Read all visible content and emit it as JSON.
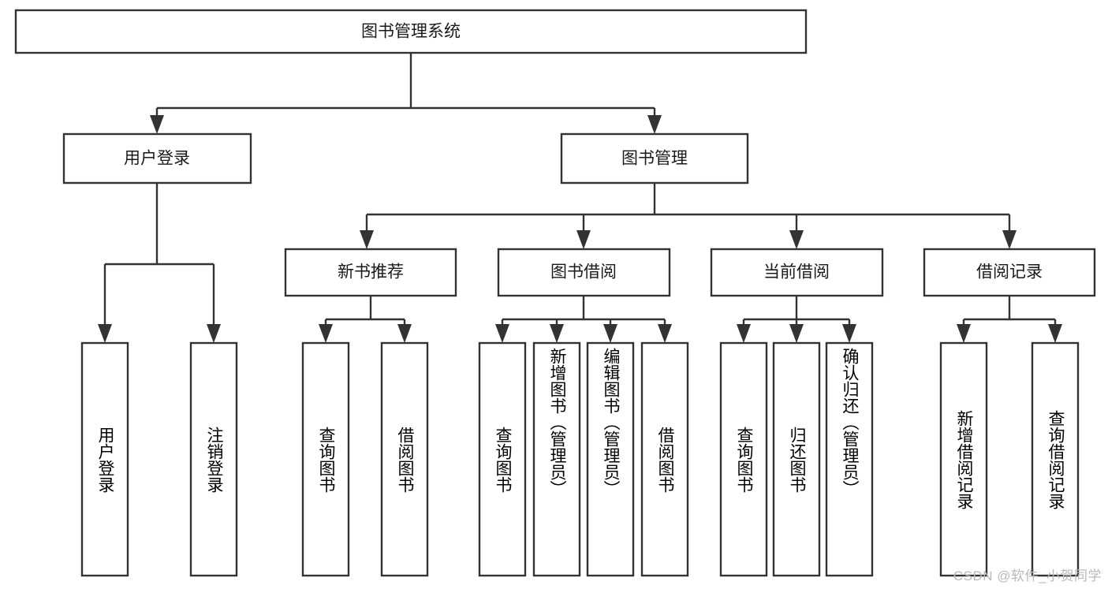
{
  "diagram": {
    "type": "hierarchy-tree",
    "orientation": "top-down",
    "root": {
      "id": "root",
      "label": "图书管理系统",
      "level": 0
    },
    "levels": [
      {
        "level": 1,
        "nodes": [
          {
            "id": "user-login",
            "label": "用户登录"
          },
          {
            "id": "book-management",
            "label": "图书管理"
          }
        ]
      },
      {
        "level": 2,
        "nodes": [
          {
            "id": "new-book-recommend",
            "label": "新书推荐",
            "parent": "book-management"
          },
          {
            "id": "book-borrow",
            "label": "图书借阅",
            "parent": "book-management"
          },
          {
            "id": "current-borrow",
            "label": "当前借阅",
            "parent": "book-management"
          },
          {
            "id": "borrow-record",
            "label": "借阅记录",
            "parent": "book-management"
          }
        ]
      },
      {
        "level": 3,
        "nodes": [
          {
            "id": "leaf-user-login",
            "label": "用户登录",
            "parent": "user-login"
          },
          {
            "id": "leaf-logout",
            "label": "注销登录",
            "parent": "user-login"
          },
          {
            "id": "leaf-query-book-1",
            "label": "查询图书",
            "parent": "new-book-recommend"
          },
          {
            "id": "leaf-borrow-book-1",
            "label": "借阅图书",
            "parent": "new-book-recommend"
          },
          {
            "id": "leaf-query-book-2",
            "label": "查询图书",
            "parent": "book-borrow"
          },
          {
            "id": "leaf-add-book",
            "label": "新增图书（管理员）",
            "parent": "book-borrow"
          },
          {
            "id": "leaf-edit-book",
            "label": "编辑图书（管理员）",
            "parent": "book-borrow"
          },
          {
            "id": "leaf-borrow-book-2",
            "label": "借阅图书",
            "parent": "book-borrow"
          },
          {
            "id": "leaf-query-book-3",
            "label": "查询图书",
            "parent": "current-borrow"
          },
          {
            "id": "leaf-return-book",
            "label": "归还图书",
            "parent": "current-borrow"
          },
          {
            "id": "leaf-confirm-return",
            "label": "确认归还（管理员）",
            "parent": "current-borrow"
          },
          {
            "id": "leaf-add-record",
            "label": "新增借阅记录",
            "parent": "borrow-record"
          },
          {
            "id": "leaf-query-record",
            "label": "查询借阅记录",
            "parent": "borrow-record"
          }
        ]
      }
    ],
    "colors": {
      "box_fill": "#ffffff",
      "box_stroke": "#333333",
      "text": "#1a1a1a",
      "connector": "#333333",
      "background": "#ffffff",
      "watermark": "#b9b9b9"
    }
  },
  "watermark": {
    "text": "CSDN @软件_小贺同学"
  }
}
